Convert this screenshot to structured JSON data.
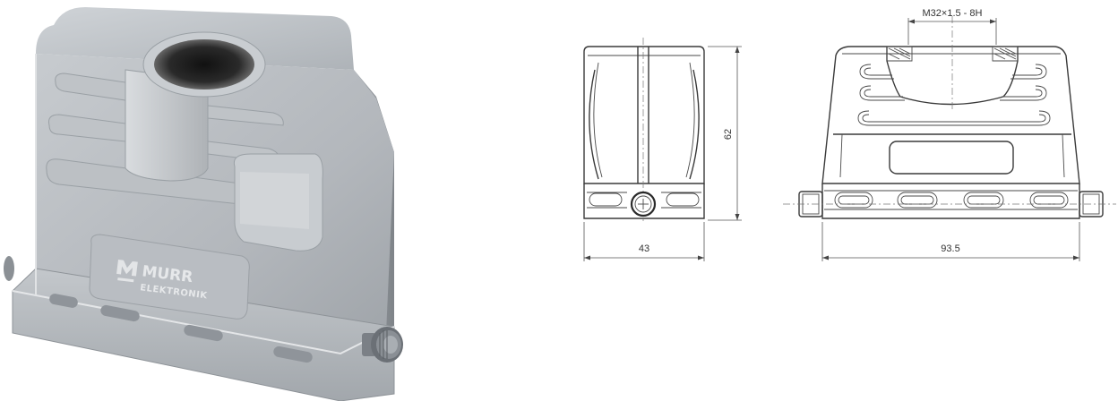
{
  "product_photo": {
    "logo_line1": "MURR",
    "logo_line2": "ELEKTRONIK"
  },
  "drawing": {
    "side_view": {
      "width_label": "43",
      "height_label": "62"
    },
    "front_view": {
      "thread_label": "M32×1.5 - 8H",
      "width_label": "93.5"
    }
  }
}
